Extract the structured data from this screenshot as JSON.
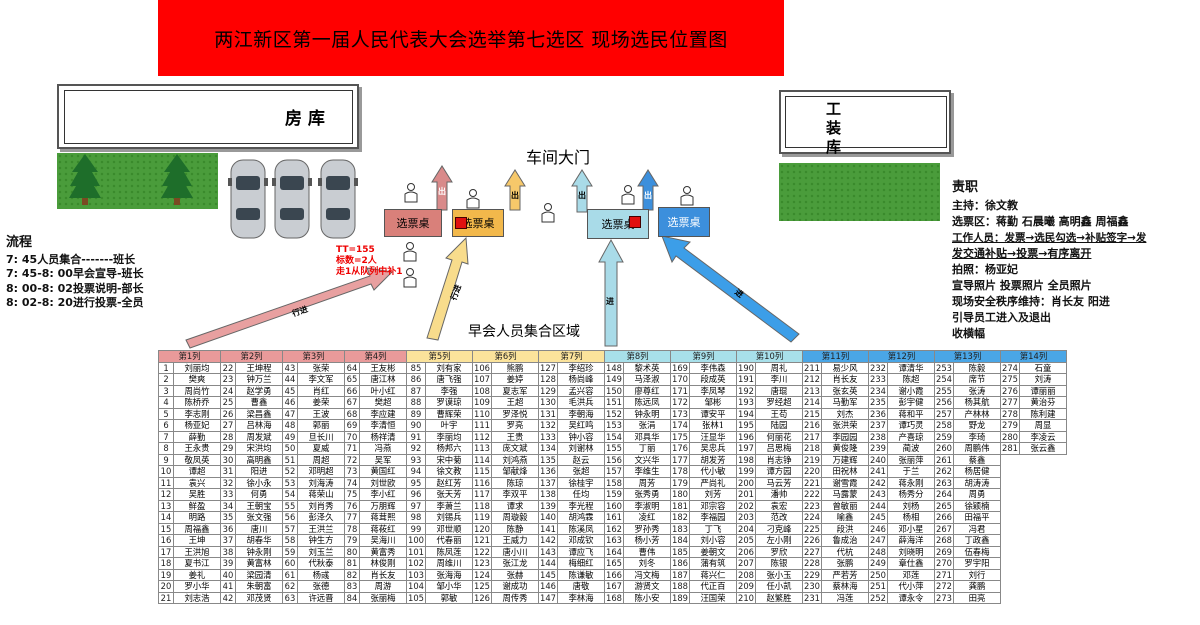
{
  "title": "两江新区第一届人民代表大会选举第七选区  现场选民位置图",
  "buildings": {
    "left": "房 库",
    "right": [
      "工",
      "装",
      "库"
    ]
  },
  "gate_label": "车间大门",
  "assembly_label": "早会人员集合区域",
  "desk_label": "选票桌",
  "arrow_labels": {
    "exit": "出",
    "enter": "行进",
    "enter2": "进"
  },
  "note": [
    "TT=155",
    "标数=2人",
    "走1从队列中补1"
  ],
  "flow": {
    "title": "流程",
    "lines": [
      "7: 45人员集合-------班长",
      "7: 45-8: 00早会宣导-班长",
      "8: 00-8: 02投票说明-部长",
      "8: 02-8: 20进行投票-全员"
    ]
  },
  "duties": {
    "title": "责职",
    "lines": [
      "主持：徐文教",
      "选票区：蒋勤 石晨曦 高明鑫 周福鑫",
      "工作人员：发票→选民勾选→补贴签字→发",
      "发交通补贴→投票→有序离开",
      "拍照：杨亚妃",
      "宣导照片 投票照片 全员照片",
      "现场安全秩序维持：肖长友 阳进",
      "引导员工进入及退出",
      "收横幅"
    ]
  },
  "colors": {
    "banner": "#ff0000",
    "grass": "#4a9c3b",
    "desk_red": "#d9807a",
    "desk_yellow": "#f2b84b",
    "desk_cyan": "#a9dbe8",
    "desk_blue": "#3c8fdc",
    "col_red": "#e99a9a",
    "col_yellow": "#fbe39b",
    "col_cyan": "#a8e0ea",
    "col_blue": "#4aa6e6"
  },
  "table": {
    "headers": [
      "第1列",
      "第2列",
      "第3列",
      "第4列",
      "第5列",
      "第6列",
      "第7列",
      "第8列",
      "第9列",
      "第10列",
      "第11列",
      "第12列",
      "第13列",
      "第14列"
    ],
    "header_colors": [
      "red",
      "red",
      "red",
      "red",
      "yellow",
      "yellow",
      "yellow",
      "cyan",
      "cyan",
      "cyan",
      "blue",
      "blue",
      "blue",
      "blue"
    ],
    "rows": [
      [
        [
          "1",
          "刘丽均"
        ],
        [
          "22",
          "王坤程"
        ],
        [
          "43",
          "张荣"
        ],
        [
          "64",
          "王友彬"
        ],
        [
          "85",
          "刘有家"
        ],
        [
          "106",
          "熊鹏"
        ],
        [
          "127",
          "李绍珍"
        ],
        [
          "148",
          "黎术英"
        ],
        [
          "169",
          "李伟森"
        ],
        [
          "190",
          "周礼"
        ],
        [
          "211",
          "易少风"
        ],
        [
          "232",
          "谭清华"
        ],
        [
          "253",
          "陈毅"
        ],
        [
          "274",
          "石童"
        ]
      ],
      [
        [
          "2",
          "樊爽"
        ],
        [
          "23",
          "钟万兰"
        ],
        [
          "44",
          "李文军"
        ],
        [
          "65",
          "唐江林"
        ],
        [
          "86",
          "唐飞强"
        ],
        [
          "107",
          "姜婷"
        ],
        [
          "128",
          "杨尚峰"
        ],
        [
          "149",
          "马泽淑"
        ],
        [
          "170",
          "段成英"
        ],
        [
          "191",
          "李川"
        ],
        [
          "212",
          "肖长友"
        ],
        [
          "233",
          "陈超"
        ],
        [
          "254",
          "席节"
        ],
        [
          "275",
          "刘涛"
        ]
      ],
      [
        [
          "3",
          "周尚竹"
        ],
        [
          "24",
          "赵学勇"
        ],
        [
          "45",
          "肖红"
        ],
        [
          "66",
          "叶小红"
        ],
        [
          "87",
          "李强"
        ],
        [
          "108",
          "夏志军"
        ],
        [
          "129",
          "孟兴容"
        ],
        [
          "150",
          "廖尊红"
        ],
        [
          "171",
          "李凤琴"
        ],
        [
          "192",
          "唐琨"
        ],
        [
          "213",
          "张玄英"
        ],
        [
          "234",
          "谢小霞"
        ],
        [
          "255",
          "张涛"
        ],
        [
          "276",
          "谭丽丽"
        ]
      ],
      [
        [
          "4",
          "陈桥乔"
        ],
        [
          "25",
          "曹鑫"
        ],
        [
          "46",
          "姜荣"
        ],
        [
          "67",
          "樊超"
        ],
        [
          "88",
          "罗谟琼"
        ],
        [
          "109",
          "王超"
        ],
        [
          "130",
          "毛洪兵"
        ],
        [
          "151",
          "陈远凤"
        ],
        [
          "172",
          "邹彬"
        ],
        [
          "193",
          "罗经超"
        ],
        [
          "214",
          "马勤军"
        ],
        [
          "235",
          "彭宇健"
        ],
        [
          "256",
          "杨其航"
        ],
        [
          "277",
          "黄治芬"
        ]
      ],
      [
        [
          "5",
          "李志刚"
        ],
        [
          "26",
          "梁昌鑫"
        ],
        [
          "47",
          "王波"
        ],
        [
          "68",
          "李应建"
        ],
        [
          "89",
          "曹辉荣"
        ],
        [
          "110",
          "罗泽悦"
        ],
        [
          "131",
          "李朝海"
        ],
        [
          "152",
          "钟永明"
        ],
        [
          "173",
          "谭安平"
        ],
        [
          "194",
          "王苟"
        ],
        [
          "215",
          "刘杰"
        ],
        [
          "236",
          "蒋和平"
        ],
        [
          "257",
          "产林林"
        ],
        [
          "278",
          "陈利建"
        ]
      ],
      [
        [
          "6",
          "杨亚妃"
        ],
        [
          "27",
          "吕林海"
        ],
        [
          "48",
          "郭丽"
        ],
        [
          "69",
          "李清恒"
        ],
        [
          "90",
          "叶宇"
        ],
        [
          "111",
          "罗亮"
        ],
        [
          "132",
          "吴红鸣"
        ],
        [
          "153",
          "张涓"
        ],
        [
          "174",
          "张林1"
        ],
        [
          "195",
          "陆园"
        ],
        [
          "216",
          "张洪荣"
        ],
        [
          "237",
          "谭巧灵"
        ],
        [
          "258",
          "野龙"
        ],
        [
          "279",
          "周显"
        ]
      ],
      [
        [
          "7",
          "薛勤"
        ],
        [
          "28",
          "周发斌"
        ],
        [
          "49",
          "旦长川"
        ],
        [
          "70",
          "杨祥清"
        ],
        [
          "91",
          "李丽均"
        ],
        [
          "112",
          "王贵"
        ],
        [
          "133",
          "钟小容"
        ],
        [
          "154",
          "邓具华"
        ],
        [
          "175",
          "汪显华"
        ],
        [
          "196",
          "何丽花"
        ],
        [
          "217",
          "李园园"
        ],
        [
          "238",
          "产喜琼"
        ],
        [
          "259",
          "李琦"
        ],
        [
          "280",
          "李凌云"
        ]
      ],
      [
        [
          "8",
          "王永贵"
        ],
        [
          "29",
          "宋洪均"
        ],
        [
          "50",
          "夏威"
        ],
        [
          "71",
          "冯燕"
        ],
        [
          "92",
          "杨邦六"
        ],
        [
          "113",
          "庞文斌"
        ],
        [
          "134",
          "刘谢林"
        ],
        [
          "155",
          "丁丽"
        ],
        [
          "176",
          "吴忠兵"
        ],
        [
          "197",
          "吕思梅"
        ],
        [
          "218",
          "黄俊隆"
        ],
        [
          "239",
          "蔺波"
        ],
        [
          "260",
          "周鹏伟"
        ],
        [
          "281",
          "张云鑫"
        ]
      ],
      [
        [
          "9",
          "敬凤英"
        ],
        [
          "30",
          "高明鑫"
        ],
        [
          "51",
          "周超"
        ],
        [
          "72",
          "吴军"
        ],
        [
          "93",
          "宋中菊"
        ],
        [
          "114",
          "刘鸿燕"
        ],
        [
          "135",
          "赵云"
        ],
        [
          "156",
          "文兴华"
        ],
        [
          "177",
          "胡发芳"
        ],
        [
          "198",
          "肖志铮"
        ],
        [
          "219",
          "万建辉"
        ],
        [
          "240",
          "张丽萍"
        ],
        [
          "261",
          "蔡鑫"
        ],
        [
          "",
          ""
        ]
      ],
      [
        [
          "10",
          "谭超"
        ],
        [
          "31",
          "阳进"
        ],
        [
          "52",
          "邓明超"
        ],
        [
          "73",
          "黄国红"
        ],
        [
          "94",
          "徐文教"
        ],
        [
          "115",
          "邹献烽"
        ],
        [
          "136",
          "张超"
        ],
        [
          "157",
          "李维生"
        ],
        [
          "178",
          "代小敏"
        ],
        [
          "199",
          "谭方园"
        ],
        [
          "220",
          "田祝林"
        ],
        [
          "241",
          "于兰"
        ],
        [
          "262",
          "杨居健"
        ],
        [
          "",
          ""
        ]
      ],
      [
        [
          "11",
          "袁兴"
        ],
        [
          "32",
          "徐小永"
        ],
        [
          "53",
          "刘海涛"
        ],
        [
          "74",
          "刘世欧"
        ],
        [
          "95",
          "赵红芳"
        ],
        [
          "116",
          "陈琼"
        ],
        [
          "137",
          "徐桂宇"
        ],
        [
          "158",
          "周芳"
        ],
        [
          "179",
          "严尚礼"
        ],
        [
          "200",
          "马云芳"
        ],
        [
          "221",
          "谢雪霞"
        ],
        [
          "242",
          "蒋永刚"
        ],
        [
          "263",
          "胡涛涛"
        ],
        [
          "",
          ""
        ]
      ],
      [
        [
          "12",
          "吴胜"
        ],
        [
          "33",
          "何勇"
        ],
        [
          "54",
          "蒋荣山"
        ],
        [
          "75",
          "李小红"
        ],
        [
          "96",
          "张天芳"
        ],
        [
          "117",
          "李双平"
        ],
        [
          "138",
          "任均"
        ],
        [
          "159",
          "张秀勇"
        ],
        [
          "180",
          "刘芳"
        ],
        [
          "201",
          "潘帅"
        ],
        [
          "222",
          "马露蒙"
        ],
        [
          "243",
          "杨秀分"
        ],
        [
          "264",
          "周勇"
        ],
        [
          "",
          ""
        ]
      ],
      [
        [
          "13",
          "鲜盈"
        ],
        [
          "34",
          "王朝宝"
        ],
        [
          "55",
          "刘肖秀"
        ],
        [
          "76",
          "万朋辉"
        ],
        [
          "97",
          "李萧兰"
        ],
        [
          "118",
          "谭求"
        ],
        [
          "139",
          "李光程"
        ],
        [
          "160",
          "李淑明"
        ],
        [
          "181",
          "邓宗容"
        ],
        [
          "202",
          "袁宏"
        ],
        [
          "223",
          "曾敏丽"
        ],
        [
          "244",
          "刘杨"
        ],
        [
          "265",
          "徐颖楠"
        ],
        [
          "",
          ""
        ]
      ],
      [
        [
          "14",
          "明路"
        ],
        [
          "35",
          "张文强"
        ],
        [
          "56",
          "彭泽久"
        ],
        [
          "77",
          "蒋茸熙"
        ],
        [
          "98",
          "刘锡兵"
        ],
        [
          "119",
          "周璇毅"
        ],
        [
          "140",
          "胡鸿霖"
        ],
        [
          "161",
          "凌红"
        ],
        [
          "182",
          "李福园"
        ],
        [
          "203",
          "范改"
        ],
        [
          "224",
          "喻鑫"
        ],
        [
          "245",
          "杨相"
        ],
        [
          "266",
          "田福平"
        ],
        [
          "",
          ""
        ]
      ],
      [
        [
          "15",
          "周福鑫"
        ],
        [
          "36",
          "唐川"
        ],
        [
          "57",
          "王洪兰"
        ],
        [
          "78",
          "蒋莜红"
        ],
        [
          "99",
          "邓世顺"
        ],
        [
          "120",
          "陈静"
        ],
        [
          "141",
          "陈溪凤"
        ],
        [
          "162",
          "罗孙秀"
        ],
        [
          "183",
          "丁飞"
        ],
        [
          "204",
          "刁克峰"
        ],
        [
          "225",
          "段洪"
        ],
        [
          "246",
          "邓小星"
        ],
        [
          "267",
          "冯君"
        ],
        [
          "",
          ""
        ]
      ],
      [
        [
          "16",
          "王坤"
        ],
        [
          "37",
          "胡春华"
        ],
        [
          "58",
          "钟生方"
        ],
        [
          "79",
          "吴海川"
        ],
        [
          "100",
          "代春丽"
        ],
        [
          "121",
          "王威力"
        ],
        [
          "142",
          "邓成钦"
        ],
        [
          "163",
          "杨小芳"
        ],
        [
          "184",
          "刘小容"
        ],
        [
          "205",
          "左小刚"
        ],
        [
          "226",
          "鲁成治"
        ],
        [
          "247",
          "薛海洋"
        ],
        [
          "268",
          "丁政鑫"
        ],
        [
          "",
          ""
        ]
      ],
      [
        [
          "17",
          "王洪旭"
        ],
        [
          "38",
          "钟永刚"
        ],
        [
          "59",
          "刘玉兰"
        ],
        [
          "80",
          "黄富秀"
        ],
        [
          "101",
          "陈凤莲"
        ],
        [
          "122",
          "唐小川"
        ],
        [
          "143",
          "谭应飞"
        ],
        [
          "164",
          "曹伟"
        ],
        [
          "185",
          "姜朝文"
        ],
        [
          "206",
          "罗欣"
        ],
        [
          "227",
          "代杭"
        ],
        [
          "248",
          "刘晓明"
        ],
        [
          "269",
          "伍春梅"
        ],
        [
          "",
          ""
        ]
      ],
      [
        [
          "18",
          "夏书江"
        ],
        [
          "39",
          "黄富林"
        ],
        [
          "60",
          "代秋泰"
        ],
        [
          "81",
          "林俊刚"
        ],
        [
          "102",
          "周维川"
        ],
        [
          "123",
          "张江龙"
        ],
        [
          "144",
          "梅细红"
        ],
        [
          "165",
          "刘冬"
        ],
        [
          "186",
          "蒲有筑"
        ],
        [
          "207",
          "陈银"
        ],
        [
          "228",
          "张鹏"
        ],
        [
          "249",
          "章仕鑫"
        ],
        [
          "270",
          "罗宇阳"
        ],
        [
          "",
          ""
        ]
      ],
      [
        [
          "19",
          "姜礼"
        ],
        [
          "40",
          "梁园清"
        ],
        [
          "61",
          "杨彧"
        ],
        [
          "82",
          "肖长友"
        ],
        [
          "103",
          "张海海"
        ],
        [
          "124",
          "张赫"
        ],
        [
          "145",
          "陈谦敏"
        ],
        [
          "166",
          "冯文梅"
        ],
        [
          "187",
          "蒋兴仁"
        ],
        [
          "208",
          "张小玉"
        ],
        [
          "229",
          "严若芳"
        ],
        [
          "250",
          "邓莲"
        ],
        [
          "271",
          "刘行"
        ],
        [
          "",
          ""
        ]
      ],
      [
        [
          "20",
          "罗小华"
        ],
        [
          "41",
          "朱朝富"
        ],
        [
          "62",
          "张德"
        ],
        [
          "83",
          "周游"
        ],
        [
          "104",
          "邹小华"
        ],
        [
          "125",
          "谢成功"
        ],
        [
          "146",
          "唐敬"
        ],
        [
          "167",
          "游贤文"
        ],
        [
          "188",
          "代正百"
        ],
        [
          "209",
          "任小凯"
        ],
        [
          "230",
          "蔡林海"
        ],
        [
          "251",
          "代小萍"
        ],
        [
          "272",
          "龚鹏"
        ],
        [
          "",
          ""
        ]
      ],
      [
        [
          "21",
          "刘志浩"
        ],
        [
          "42",
          "邓茂贤"
        ],
        [
          "63",
          "许远晋"
        ],
        [
          "84",
          "张丽梅"
        ],
        [
          "105",
          "郭敏"
        ],
        [
          "126",
          "周传秀"
        ],
        [
          "147",
          "李林海"
        ],
        [
          "168",
          "陈小安"
        ],
        [
          "189",
          "汪国荣"
        ],
        [
          "210",
          "赵繁胜"
        ],
        [
          "231",
          "冯莲"
        ],
        [
          "252",
          "谭永令"
        ],
        [
          "273",
          "田亮"
        ],
        [
          "",
          ""
        ]
      ]
    ]
  }
}
